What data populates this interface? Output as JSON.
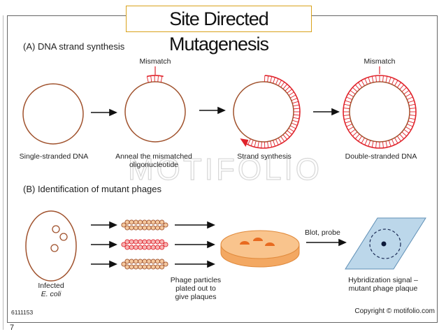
{
  "title": "Site Directed Mutagenesis",
  "slide_number": "7",
  "section_a": {
    "heading": "(A) DNA strand synthesis",
    "mismatch_label_1": "Mismatch",
    "mismatch_label_2": "Mismatch",
    "step1_label": "Single-stranded DNA",
    "step2_label_line1": "Anneal the mismatched",
    "step2_label_line2": "oligonucleotide",
    "step3_label": "Strand synthesis",
    "step4_label": "Double-stranded DNA"
  },
  "section_b": {
    "heading": "(B) Identification of mutant phages",
    "infected_line1": "Infected",
    "infected_line2": "E. coli",
    "phage_line1": "Phage particles",
    "phage_line2": "plated out to",
    "phage_line3": "give plaques",
    "blot_label": "Blot, probe",
    "hybrid_line1": "Hybridization signal –",
    "hybrid_line2": "mutant phage plaque"
  },
  "figure_id": "6111153",
  "copyright": "Copyright © motifolio.com",
  "watermark": "MOTIFOLIO",
  "colors": {
    "circle": "#a0522d",
    "red": "#e0232b",
    "dish_fill": "#f6b87a",
    "spot": "#e86a1f",
    "plate_fill": "#bcd7ea",
    "arrow": "#111111"
  }
}
